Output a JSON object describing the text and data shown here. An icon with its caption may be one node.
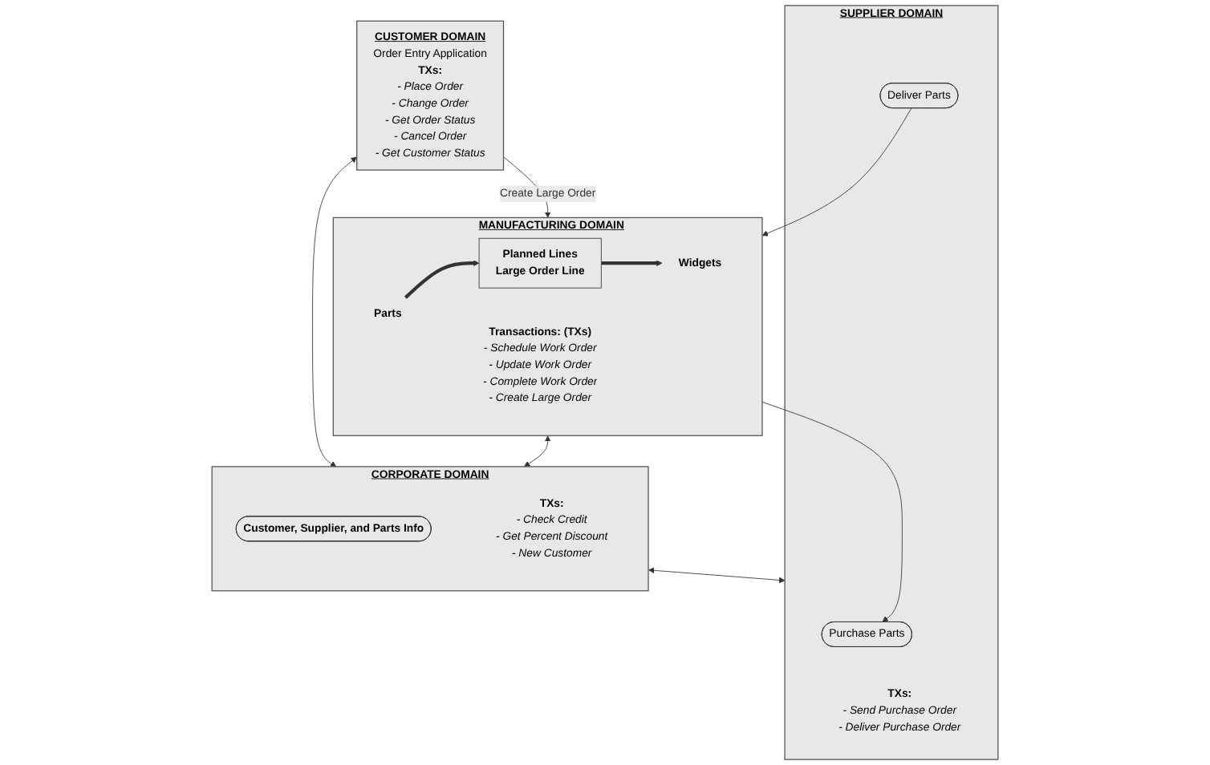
{
  "diagram": {
    "nodes": [
      {
        "text": [
          "CUSTOMER DOMAIN",
          "Order Entry Application",
          "TXs:",
          "- Place Order",
          "- Change Order",
          "- Get Order Status",
          "- Cancel Order",
          "- Get Customer Status"
        ]
      },
      {
        "text": [
          "CORPORATE DOMAIN",
          "TXs:",
          "- Check Credit",
          "- Get Percent Discount",
          "- New Customer"
        ]
      },
      {
        "text": [
          "Customer, Supplier, and Parts Info"
        ],
        "in": 1
      },
      {
        "text": [
          "MANUFACTURING DOMAIN",
          "Transactions: (TXs)",
          "- Schedule Work Order",
          "- Update Work Order",
          "- Complete Work Order",
          "- Create Large Order"
        ]
      },
      {
        "text": [
          "Parts"
        ],
        "in": 3
      },
      {
        "text": [
          "Planned Lines",
          "Large Order Line"
        ],
        "in": 3
      },
      {
        "text": [
          "Widgets"
        ],
        "in": 3
      },
      {
        "text": [
          "SUPPLIER DOMAIN",
          "TXs:",
          "- Send Purchase Order",
          "- Deliver Purchase Order"
        ]
      },
      {
        "text": [
          "Purchase Parts"
        ],
        "in": 7
      },
      {
        "text": [
          "Deliver Parts"
        ],
        "in": 7
      }
    ],
    "edges": [
      {
        "from": 0,
        "to": 1,
        "arrow": "both"
      },
      {
        "from": 0,
        "to": 3,
        "arrow": "to",
        "label": "Create Large Order"
      },
      {
        "from": 3,
        "to": 1,
        "arrow": "both"
      },
      {
        "from": 1,
        "to": 7,
        "arrow": "both"
      },
      {
        "from": 4,
        "to": 5,
        "arrow": "to",
        "style": "thick"
      },
      {
        "from": 5,
        "to": 6,
        "arrow": "to",
        "style": "thick"
      },
      {
        "from": 3,
        "to": 8,
        "arrow": "to"
      },
      {
        "from": 9,
        "to": 3,
        "arrow": "to"
      }
    ]
  }
}
